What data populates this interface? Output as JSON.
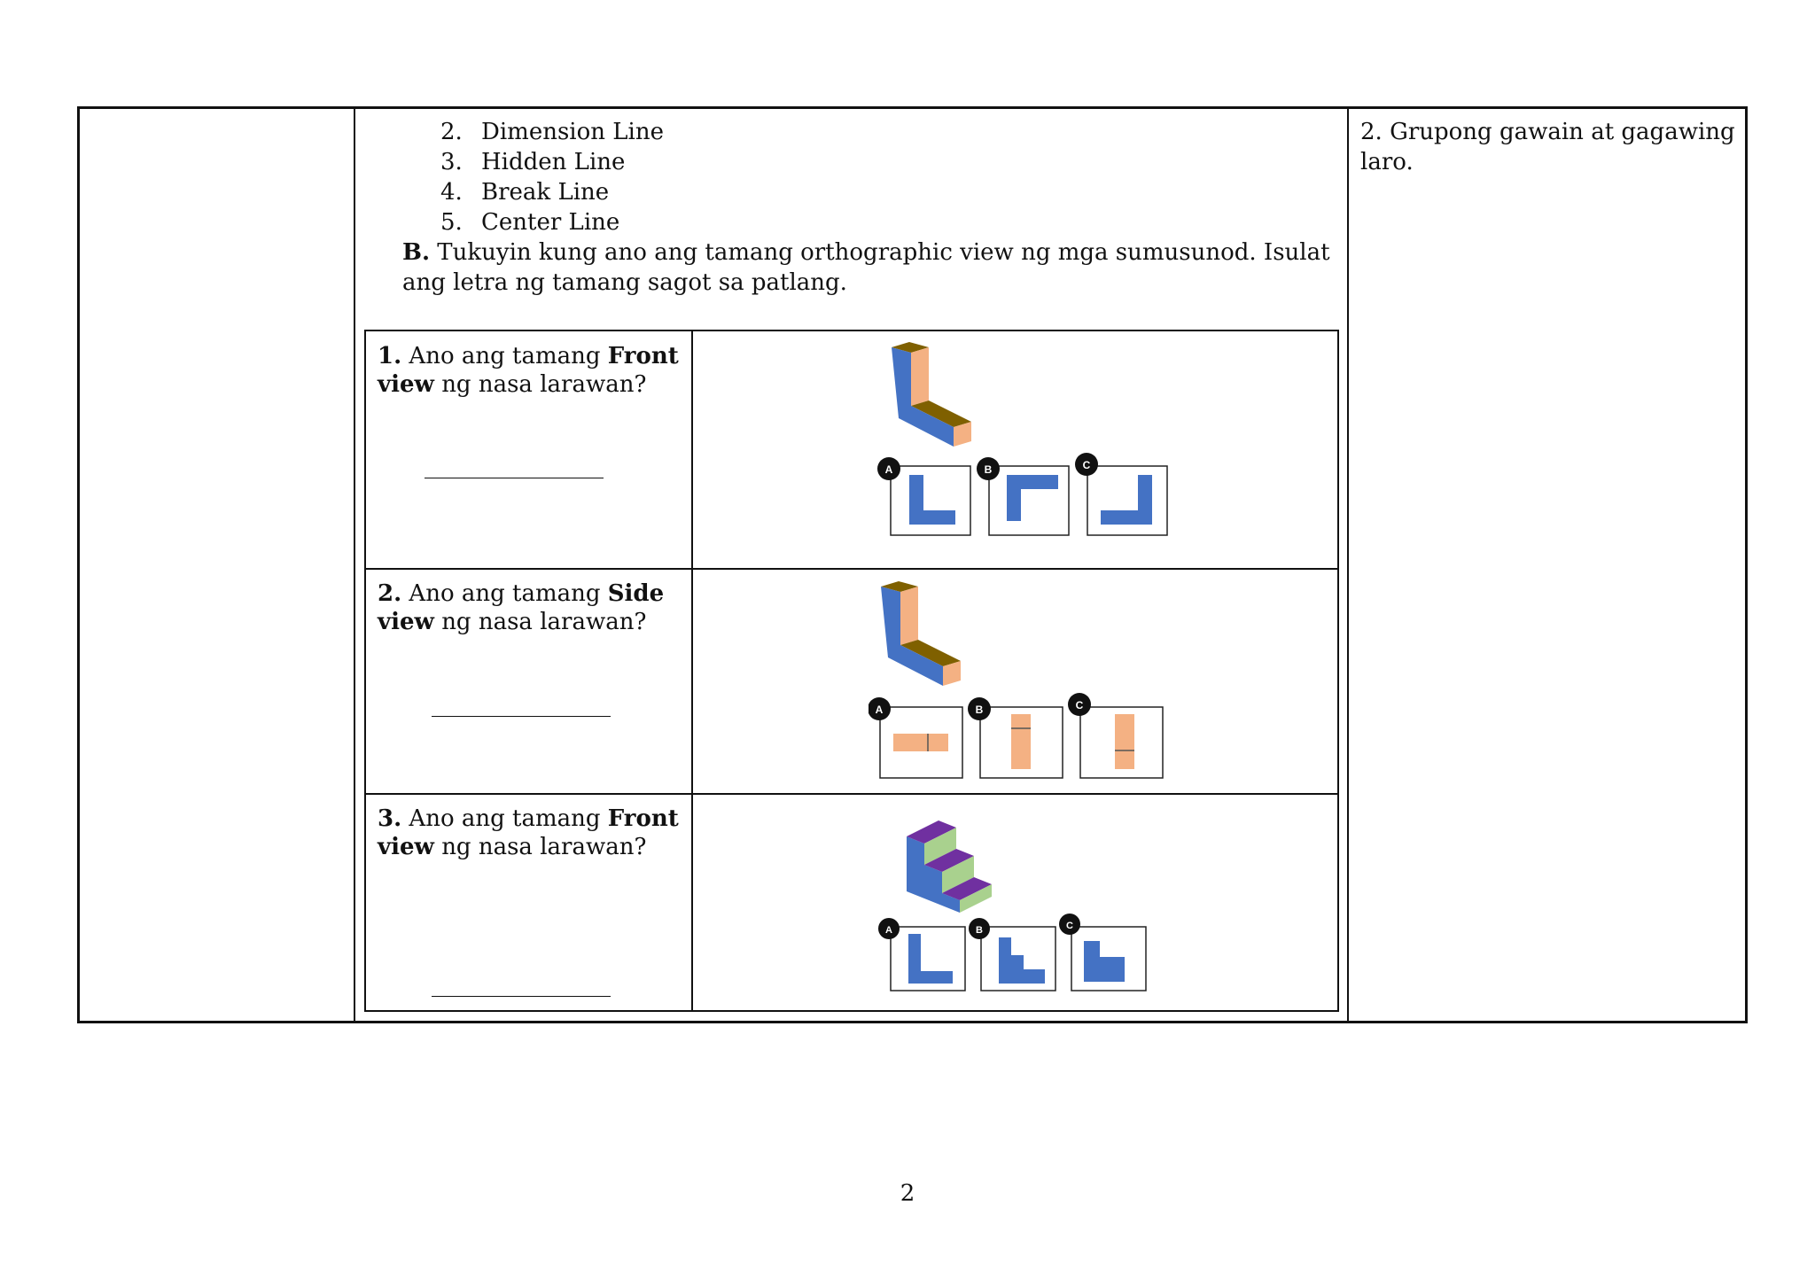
{
  "list_items": [
    {
      "num": "2.",
      "label": "Dimension Line"
    },
    {
      "num": "3.",
      "label": "Hidden Line"
    },
    {
      "num": "4.",
      "label": "Break Line"
    },
    {
      "num": "5.",
      "label": "Center Line"
    }
  ],
  "instruction": {
    "letter": "B.",
    "text": "Tukuyin kung ano ang tamang orthographic view ng mga sumusunod. Isulat ang letra ng tamang sagot sa patlang."
  },
  "right_note": "2. Grupong gawain at gagawing laro.",
  "questions": [
    {
      "num": "1.",
      "pre": "Ano ang tamang",
      "view": "Front",
      "view2": "view",
      "post": "ng nasa larawan?"
    },
    {
      "num": "2.",
      "pre": "Ano ang tamang",
      "view": "Side",
      "view2": "view",
      "post": "ng nasa larawan?"
    },
    {
      "num": "3.",
      "pre": "Ano ang tamang",
      "view": "Front",
      "view2": "view",
      "post": "ng nasa larawan?"
    }
  ],
  "option_letters": [
    "A",
    "B",
    "C"
  ],
  "colors": {
    "blue": "#4472C4",
    "peach": "#F4B183",
    "olive": "#7F6000",
    "purple": "#7030A0",
    "green": "#A9D18E"
  },
  "page_number": "2"
}
